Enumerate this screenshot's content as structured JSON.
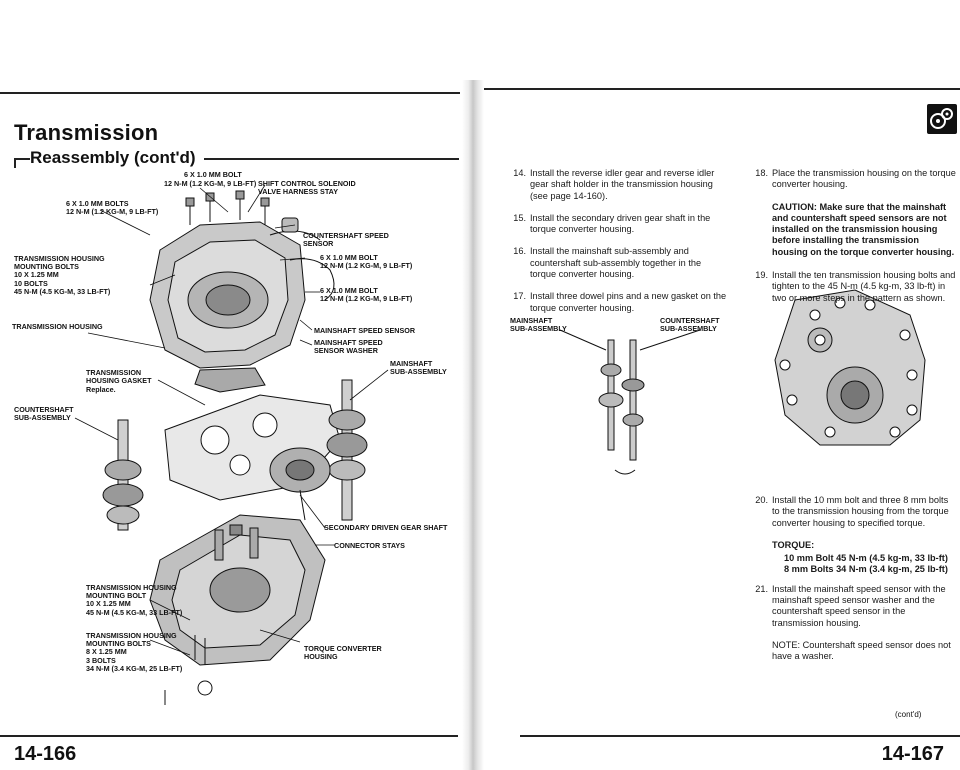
{
  "left_page": {
    "title": "Transmission",
    "subtitle": "Reassembly (cont'd)",
    "page_number": "14-166",
    "labels": {
      "bolt_top_size": "6 x 1.0 mm BOLT",
      "bolt_top_torque": "12 N-m (1.2 kg-m, 9 lb-ft)",
      "shift_control": "SHIFT CONTROL SOLENOID\nVALVE HARNESS STAY",
      "bolts_left_size": "6 x 1.0 mm BOLTS",
      "bolts_left_torque": "12 N-m (1.2 kg-m, 9 lb-ft)",
      "countershaft_sensor": "COUNTERSHAFT SPEED\nSENSOR",
      "bolt_right1": "6 x 1.0 mm BOLT\n12 N-m (1.2 kg-m, 9 lb-ft)",
      "mounting_bolts_upper": "TRANSMISSION HOUSING\nMOUNTING BOLTS\n10 x 1.25 mm\n10 Bolts\n45 N-m (4.5 kg-m, 33 lb-ft)",
      "bolt_right2": "6 x 1.0 mm BOLT\n12 N-m (1.2 kg-m, 9 lb-ft)",
      "housing": "TRANSMISSION HOUSING",
      "mainshaft_sensor": "MAINSHAFT SPEED SENSOR",
      "mainshaft_washer": "MAINSHAFT SPEED\nSENSOR WASHER",
      "gasket": "TRANSMISSION\nHOUSING GASKET",
      "gasket_note": "Replace.",
      "mainshaft_sub": "MAINSHAFT\nSUB-ASSEMBLY",
      "countershaft_sub": "COUNTERSHAFT\nSUB-ASSEMBLY",
      "secondary_driven": "SECONDARY DRIVEN GEAR SHAFT",
      "connector_stays": "CONNECTOR STAYS",
      "mounting_bolt_single": "TRANSMISSION HOUSING\nMOUNTING BOLT\n10 x 1.25 mm\n45 N-m (4.5 kg-m, 33 lb-ft)",
      "mounting_bolts_lower": "TRANSMISSION HOUSING\nMOUNTING BOLTS\n8 x 1.25 mm\n3 Bolts\n34 N-m (3.4 kg-m, 25 lb-ft)",
      "torque_converter_housing": "TORQUE CONVERTER\nHOUSING"
    }
  },
  "right_page": {
    "page_number": "14-167",
    "steps_col_a": [
      {
        "num": "14.",
        "text": "Install the reverse idler gear and reverse idler gear shaft holder in the transmission housing (see page 14-160)."
      },
      {
        "num": "15.",
        "text": "Install the secondary driven gear shaft in the torque converter housing."
      },
      {
        "num": "16.",
        "text": "Install the mainshaft sub-assembly and countershaft sub-assembly together in the torque converter housing."
      },
      {
        "num": "17.",
        "text": "Install three dowel pins and a new gasket on the torque converter housing."
      }
    ],
    "figure_labels": {
      "mainshaft": "MAINSHAFT\nSUB-ASSEMBLY",
      "countershaft": "COUNTERSHAFT\nSUB-ASSEMBLY"
    },
    "step_18": {
      "num": "18.",
      "text": "Place the transmission housing on the torque converter housing."
    },
    "caution": "CAUTION: Make sure that the mainshaft and countershaft speed sensors are not installed on the transmission housing before installing the transmission housing on the torque converter housing.",
    "step_19": {
      "num": "19.",
      "text": "Install the ten transmission housing bolts and tighten to the 45 N-m (4.5 kg-m, 33 lb-ft) in two or more steps in the pattern as shown."
    },
    "step_20": {
      "num": "20.",
      "text": "Install the 10 mm bolt and three 8 mm bolts to the transmission housing from the torque converter housing to specified torque."
    },
    "torque_head": "TORQUE:",
    "torque_1": "10 mm Bolt  45 N-m (4.5 kg-m, 33 lb-ft)",
    "torque_2": "8 mm Bolts 34 N-m (3.4 kg-m, 25 lb-ft)",
    "step_21": {
      "num": "21.",
      "text": "Install the mainshaft speed sensor with the mainshaft speed sensor washer and the countershaft speed sensor in the transmission housing."
    },
    "note": "NOTE: Countershaft speed sensor does not have a washer.",
    "continued": "(cont'd)"
  }
}
